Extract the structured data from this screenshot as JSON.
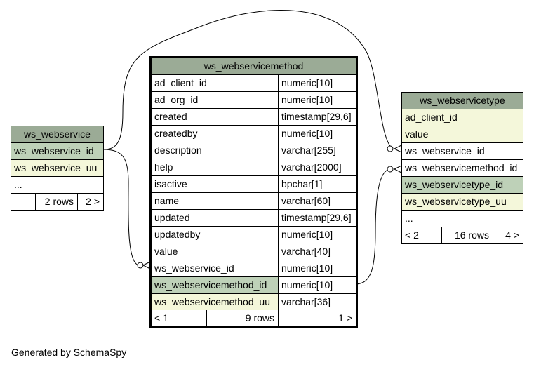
{
  "footer": "Generated by SchemaSpy",
  "colors": {
    "header": "#9bab96",
    "primary_key": "#bed1b8",
    "indexed": "#f4f7da"
  },
  "ws_webservice": {
    "title": "ws_webservice",
    "columns": [
      "ws_webservice_id",
      "ws_webservice_uu",
      "..."
    ],
    "nav": {
      "prev": "",
      "rows": "2 rows",
      "next": "2 >"
    }
  },
  "ws_webservicemethod": {
    "title": "ws_webservicemethod",
    "columns": [
      {
        "name": "ad_client_id",
        "type": "numeric[10]"
      },
      {
        "name": "ad_org_id",
        "type": "numeric[10]"
      },
      {
        "name": "created",
        "type": "timestamp[29,6]"
      },
      {
        "name": "createdby",
        "type": "numeric[10]"
      },
      {
        "name": "description",
        "type": "varchar[255]"
      },
      {
        "name": "help",
        "type": "varchar[2000]"
      },
      {
        "name": "isactive",
        "type": "bpchar[1]"
      },
      {
        "name": "name",
        "type": "varchar[60]"
      },
      {
        "name": "updated",
        "type": "timestamp[29,6]"
      },
      {
        "name": "updatedby",
        "type": "numeric[10]"
      },
      {
        "name": "value",
        "type": "varchar[40]"
      },
      {
        "name": "ws_webservice_id",
        "type": "numeric[10]"
      },
      {
        "name": "ws_webservicemethod_id",
        "type": "numeric[10]"
      },
      {
        "name": "ws_webservicemethod_uu",
        "type": "varchar[36]"
      }
    ],
    "nav": {
      "prev": "< 1",
      "rows": "9 rows",
      "next": "1 >"
    }
  },
  "ws_webservicetype": {
    "title": "ws_webservicetype",
    "columns": [
      "ad_client_id",
      "value",
      "ws_webservice_id",
      "ws_webservicemethod_id",
      "ws_webservicetype_id",
      "ws_webservicetype_uu",
      "..."
    ],
    "nav": {
      "prev": "< 2",
      "rows": "16 rows",
      "next": "4 >"
    }
  }
}
